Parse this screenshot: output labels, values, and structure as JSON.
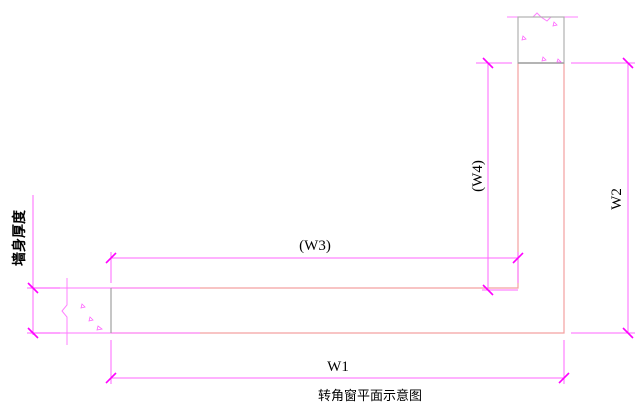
{
  "diagram": {
    "title": "转角窗平面示意图",
    "labels": {
      "wall_thickness": "墙身厚度",
      "w1": "W1",
      "w2": "W2",
      "w3": "(W3)",
      "w4": "(W4)"
    },
    "colors": {
      "dimension_line": "#ff00ff",
      "wall_line": "#ff8080",
      "concrete_edge": "#a0a0a0",
      "text": "#000000"
    }
  }
}
